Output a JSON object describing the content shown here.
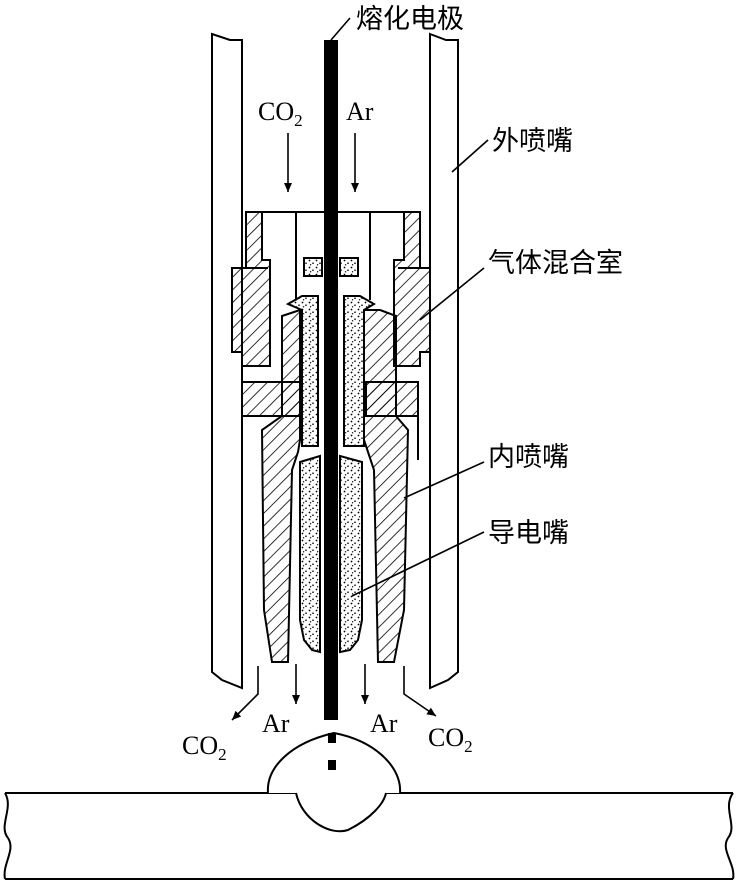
{
  "labels": {
    "electrode": "熔化电极",
    "outer_nozzle": "外喷嘴",
    "mixing_chamber": "气体混合室",
    "inner_nozzle": "内喷嘴",
    "contact_tip": "导电嘴"
  },
  "gases": {
    "co2_main": "CO",
    "co2_sub": "2",
    "ar": "Ar"
  },
  "colors": {
    "line": "#000000",
    "background": "#ffffff"
  }
}
